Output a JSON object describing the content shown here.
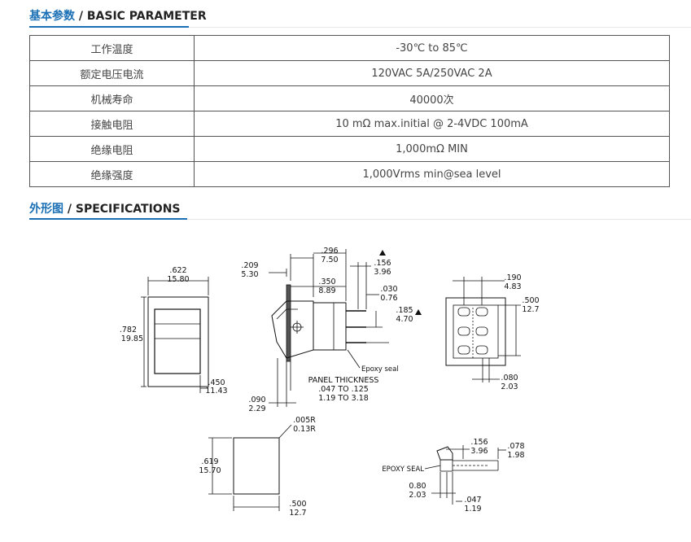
{
  "basic": {
    "title_cn": "基本参数",
    "title_en": "/ BASIC PARAMETER",
    "rows": [
      {
        "k": "工作温度",
        "v": "-30℃ to 85℃"
      },
      {
        "k": "额定电压电流",
        "v": "120VAC 5A/250VAC 2A"
      },
      {
        "k": "机械寿命",
        "v": "40000次"
      },
      {
        "k": "接触电阻",
        "v": "10 mΩ max.initial @ 2-4VDC 100mA"
      },
      {
        "k": "绝缘电阻",
        "v": "1,000mΩ MIN"
      },
      {
        "k": "绝缘强度",
        "v": "1,000Vrms min@sea level"
      }
    ]
  },
  "specs": {
    "title_cn": "外形图",
    "title_en": "/ SPECIFICATIONS"
  },
  "drawing": {
    "front": {
      "w_in": ".622",
      "w_mm": "15.80",
      "h_in": ".782",
      "h_mm": "19.85",
      "b_in": ".450",
      "b_mm": "11.43"
    },
    "side": {
      "d1_in": ".209",
      "d1_mm": "5.30",
      "d2_in": ".296",
      "d2_mm": "7.50",
      "d3_in": ".350",
      "d3_mm": "8.89",
      "d4_in": ".156",
      "d4_mm": "3.96",
      "d5_in": ".030",
      "d5_mm": "0.76",
      "d6_in": ".185",
      "d6_mm": "4.70",
      "d7_in": ".090",
      "d7_mm": "2.29",
      "epoxy": "Epoxy seal",
      "panel": "PANEL  THICKNESS",
      "p1": ".047  TO  .125",
      "p2": "1.19  TO  3.18"
    },
    "rear": {
      "t_in": ".190",
      "t_mm": "4.83",
      "r_in": ".500",
      "r_mm": "12.7",
      "b_in": ".080",
      "b_mm": "2.03"
    },
    "cutout": {
      "r_in": ".005R",
      "r_mm": "0.13R",
      "h_in": ".619",
      "h_mm": "15.70",
      "w_in": ".500",
      "w_mm": "12.7"
    },
    "terminal": {
      "a_in": ".156",
      "a_mm": "3.96",
      "b_in": ".078",
      "b_mm": "1.98",
      "epoxy": "EPOXY SEAL",
      "c_in": "0.80",
      "c_mm": "2.03",
      "d_in": ".047",
      "d_mm": "1.19"
    }
  }
}
